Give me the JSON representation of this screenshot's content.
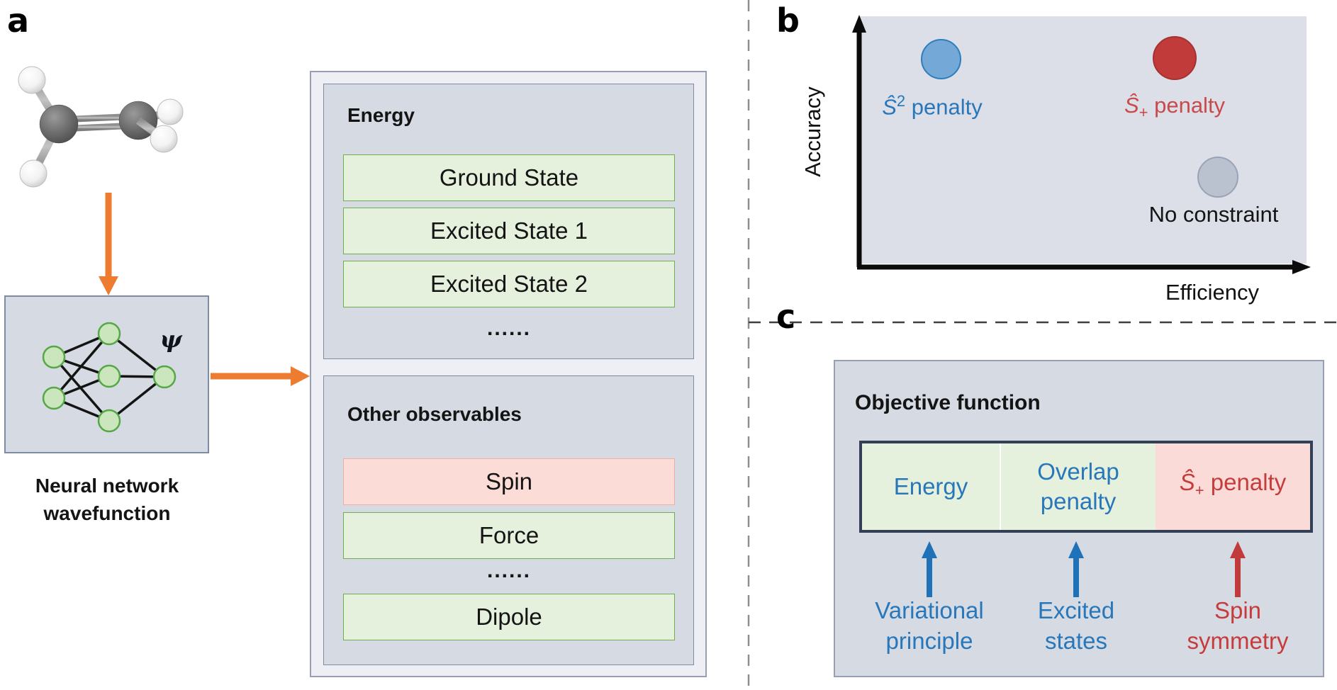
{
  "colors": {
    "box_bg": "#d6dae3",
    "box_border": "#7e8ba2",
    "outer_bg": "#edeff4",
    "green_row_bg": "#e5f0dd",
    "green_row_border": "#6fad4f",
    "pink_row_bg": "#fcdcd7",
    "pink_row_border": "#efada4",
    "node_fill": "#cbe5bd",
    "node_border": "#55a845",
    "orange_arrow": "#ed7b30",
    "plot_bg": "#dcdfe7",
    "blue_dot": "#74a9d7",
    "red_dot": "#c23b3b",
    "gray_dot": "#bac1cf",
    "blue_text": "#2777ba",
    "red_text": "#c63c3c",
    "bar_border": "#323f57"
  },
  "panel_a": {
    "letter": "a",
    "psi": "ψ",
    "nn_caption_line1": "Neural network",
    "nn_caption_line2": "wavefunction",
    "energy_box": {
      "title": "Energy",
      "rows": [
        "Ground State",
        "Excited State 1",
        "Excited State 2"
      ],
      "ellipsis": "......"
    },
    "observables_box": {
      "title": "Other observables",
      "rows": [
        {
          "label": "Spin",
          "style": "pink"
        },
        {
          "label": "Force",
          "style": "green"
        },
        {
          "label": "......",
          "style": "dots"
        },
        {
          "label": "Dipole",
          "style": "green"
        }
      ]
    }
  },
  "panel_b": {
    "letter": "b",
    "y_axis_label": "Accuracy",
    "x_axis_label": "Efficiency",
    "points": [
      {
        "name": "s2-penalty",
        "base": "Ŝ",
        "script": "2",
        "script_type": "sup",
        "rest": " penalty",
        "color": "#74a9d7"
      },
      {
        "name": "splus-penalty",
        "base": "Ŝ",
        "script": "+",
        "script_type": "sub",
        "rest": " penalty",
        "color": "#c23b3b"
      },
      {
        "name": "no-constraint",
        "label": "No constraint",
        "color": "#bac1cf"
      }
    ]
  },
  "panel_c": {
    "letter": "c",
    "title": "Objective function",
    "segments": [
      {
        "label": "Energy"
      },
      {
        "line1": "Overlap",
        "line2": "penalty"
      },
      {
        "base": "Ŝ",
        "script": "+",
        "rest": " penalty"
      }
    ],
    "annotations": [
      {
        "line1": "Variational",
        "line2": "principle",
        "color": "blue"
      },
      {
        "line1": "Excited",
        "line2": "states",
        "color": "blue"
      },
      {
        "line1": "Spin",
        "line2": "symmetry",
        "color": "red"
      }
    ]
  }
}
